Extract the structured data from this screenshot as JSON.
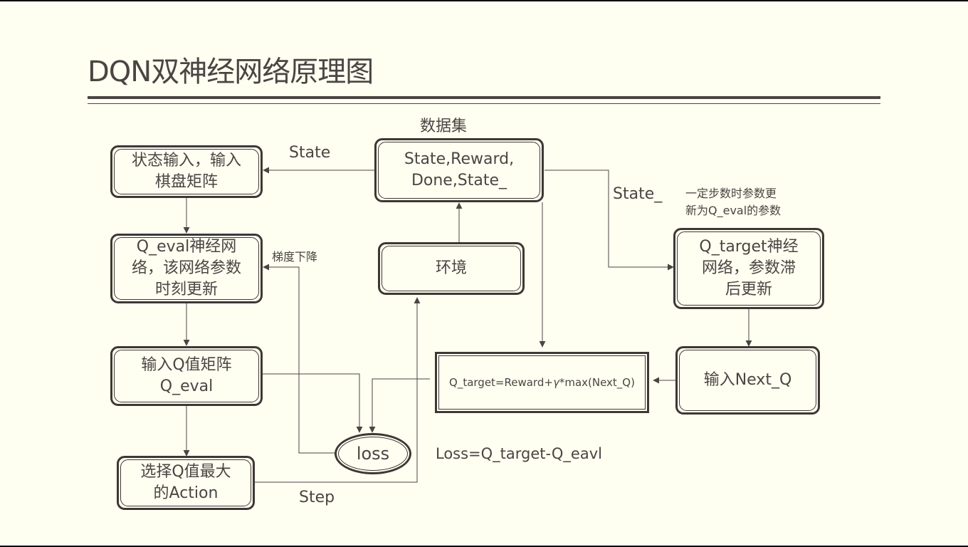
{
  "title": "DQN双神经网络原理图",
  "dataset_label": "数据集",
  "nodes": {
    "state_input": {
      "line1": "状态输入，输入",
      "line2": "棋盘矩阵"
    },
    "q_eval_net": {
      "line1": "Q_eval神经网",
      "line2": "络，该网络参数",
      "line3": "时刻更新"
    },
    "q_value_matrix": {
      "line1": "输入Q值矩阵",
      "line2": "Q_eval"
    },
    "select_action": {
      "line1": "选择Q值最大",
      "line2": "的Action"
    },
    "dataset": {
      "line1": "State,Reward,",
      "line2": "Done,State_"
    },
    "environment": {
      "label": "环境"
    },
    "loss": {
      "label": "loss"
    },
    "q_target_net": {
      "line1": "Q_target神经",
      "line2": "网络，参数滞",
      "line3": "后更新"
    },
    "next_q": {
      "label": "输入Next_Q"
    },
    "q_target_formula": {
      "prefix": "Q_target=Reward+",
      "gamma": "γ",
      "suffix": "*max(Next_Q)"
    }
  },
  "edge_labels": {
    "state": "State",
    "state_next": "State_",
    "gradient_descent": "梯度下降",
    "step": "Step",
    "param_update_line1": "一定步数时参数更",
    "param_update_line2": "新为Q_eval的参数",
    "loss_formula": "Loss=Q_target-Q_eavl"
  }
}
